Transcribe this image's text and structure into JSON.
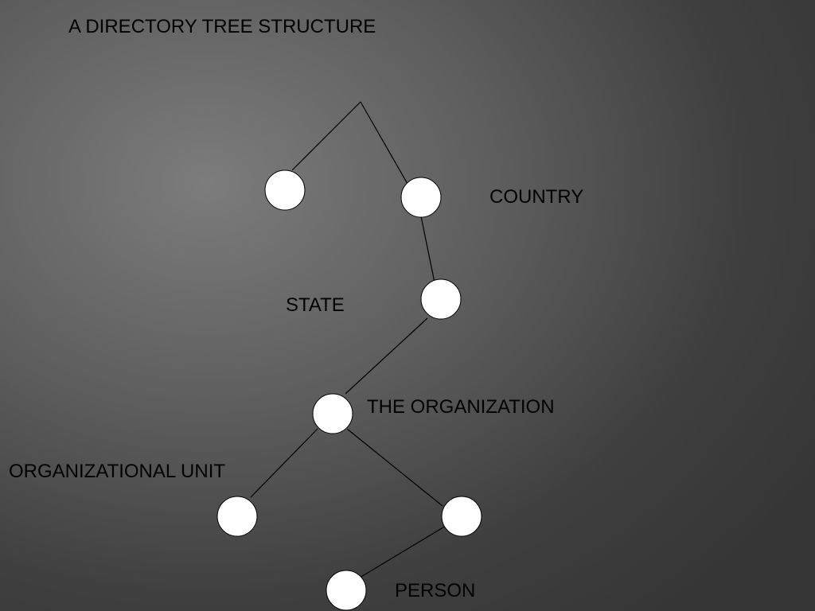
{
  "slide": {
    "title": "A DIRECTORY TREE STRUCTURE"
  },
  "labels": {
    "country": "COUNTRY",
    "state": "STATE",
    "organization": "THE ORGANIZATION",
    "organizational_unit": "ORGANIZATIONAL UNIT",
    "person": "PERSON"
  },
  "colors": {
    "node_fill": "#ffffff",
    "node_stroke": "#000000",
    "edge": "#000000",
    "text": "#000000"
  }
}
